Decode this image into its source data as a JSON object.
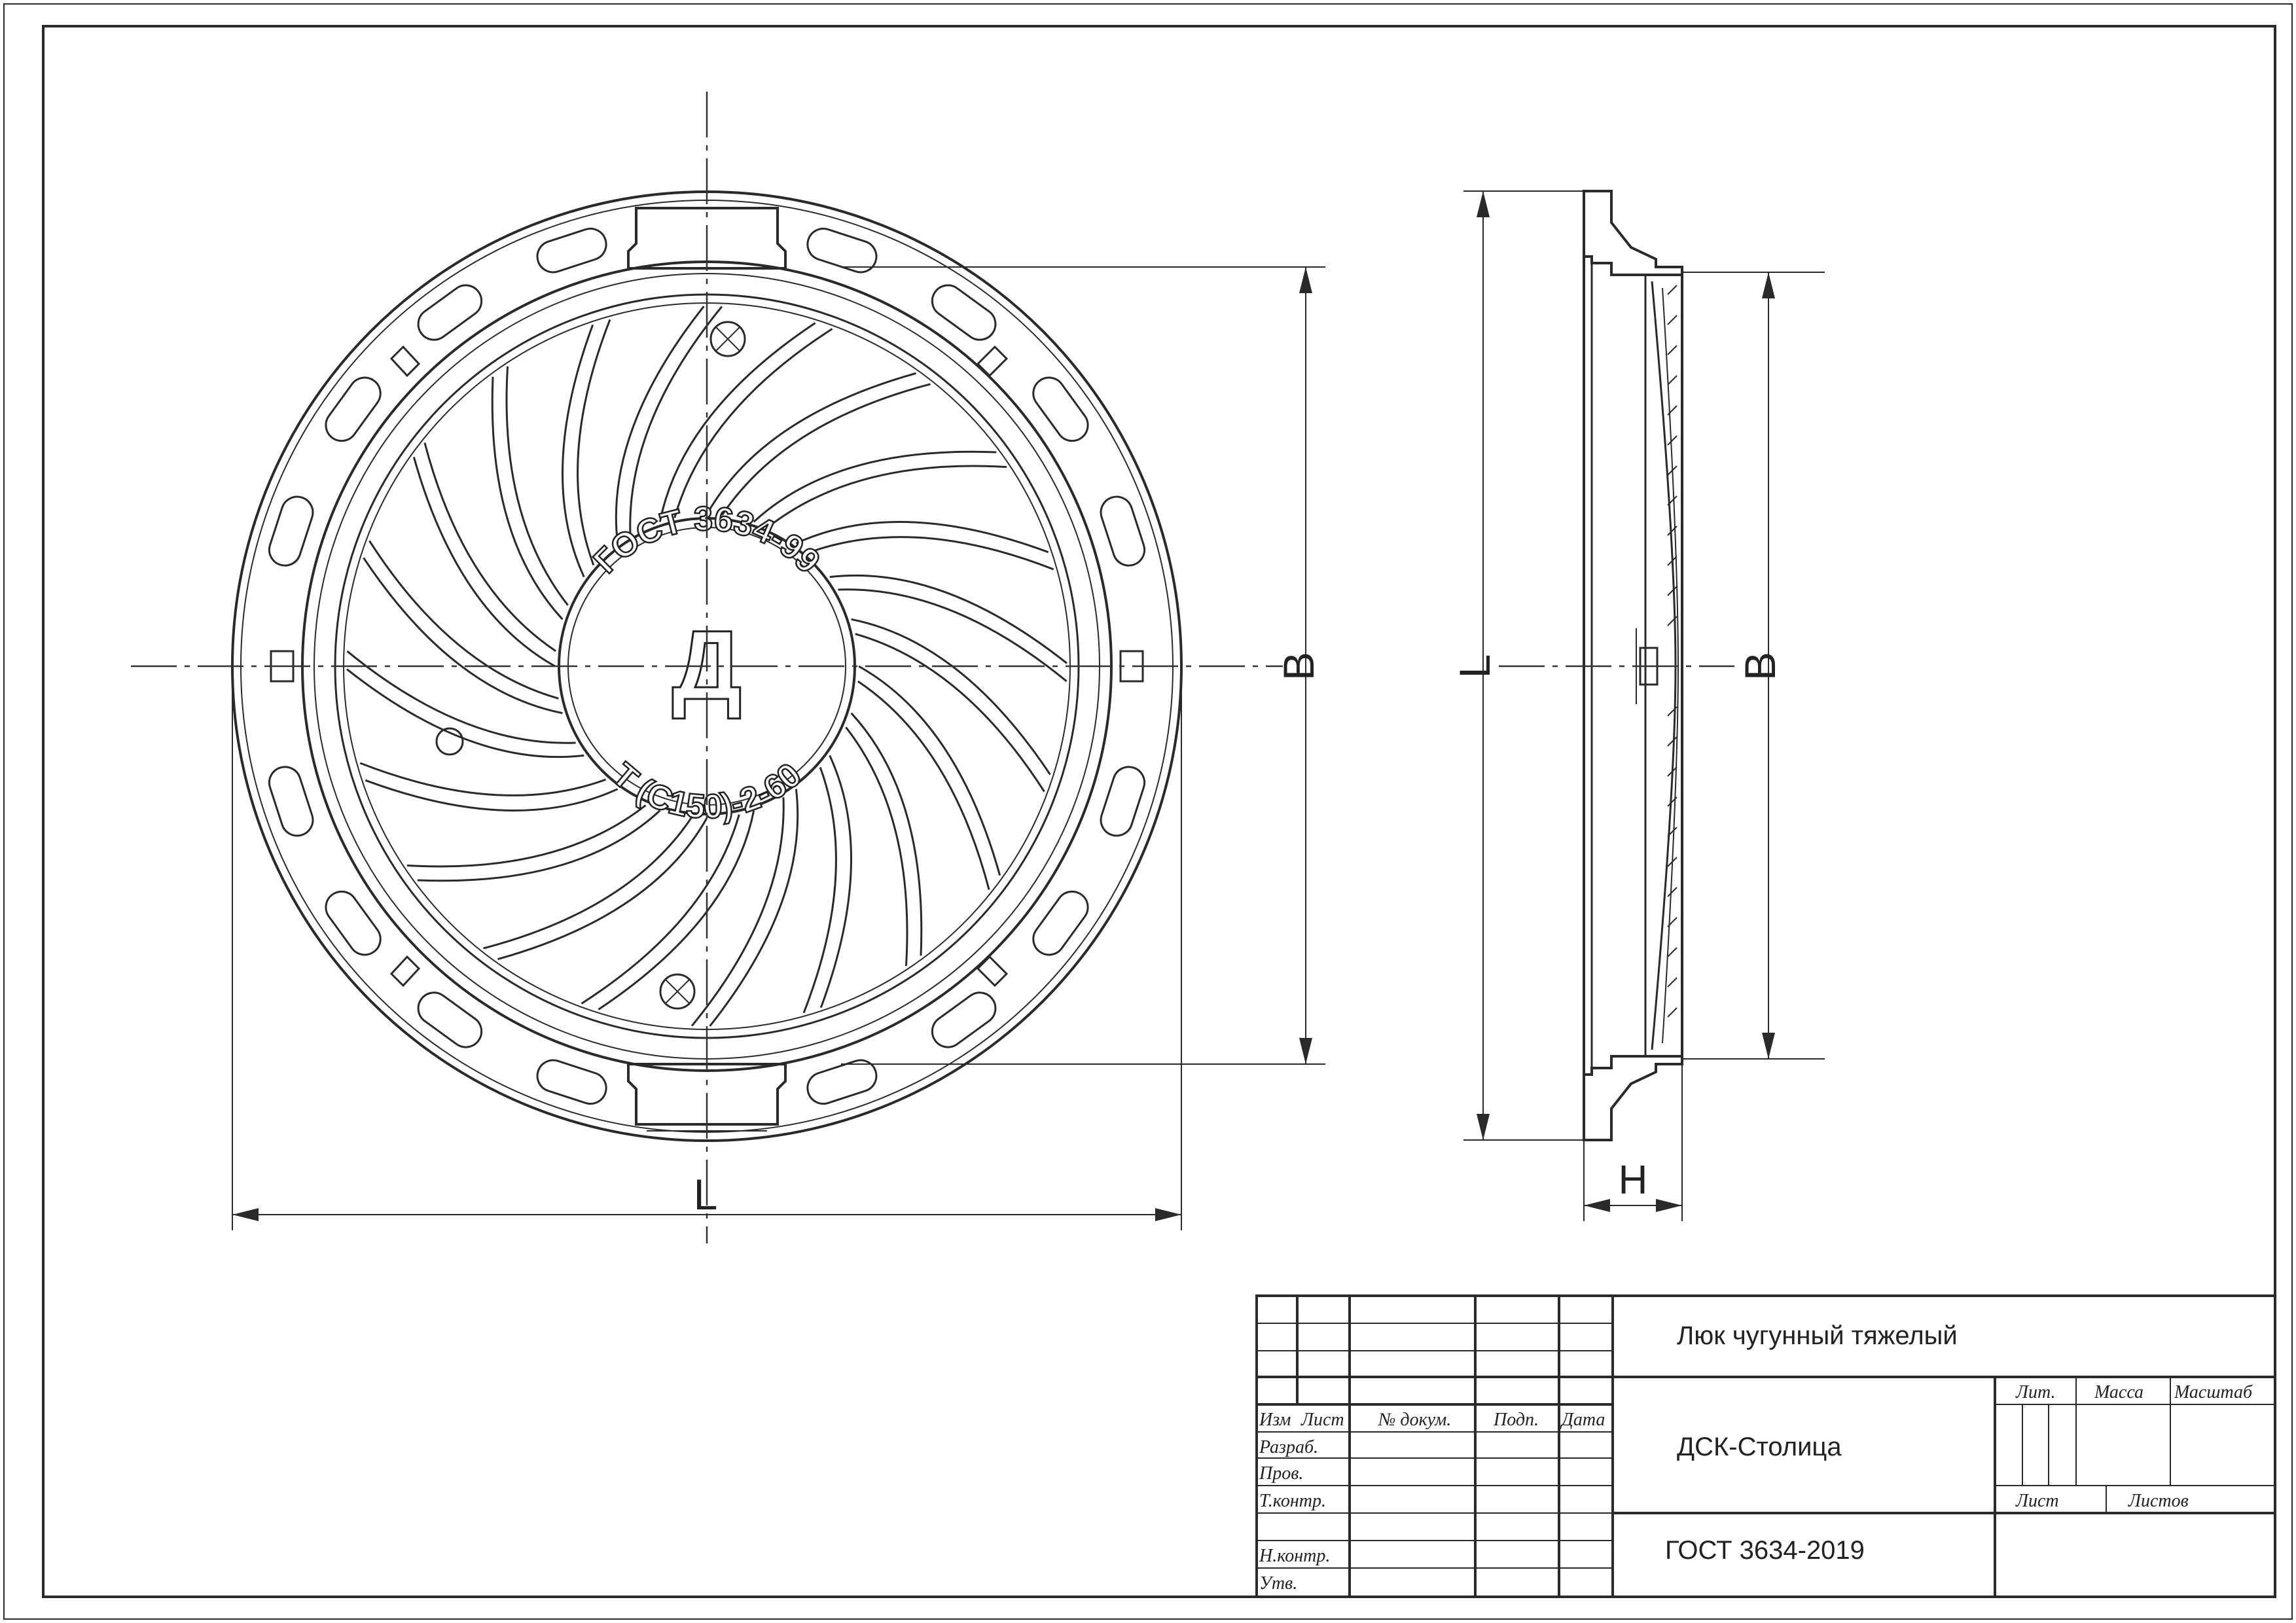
{
  "drawing": {
    "dimension_labels": {
      "plan_width": "L",
      "plan_height": "B",
      "side_height": "L",
      "side_inner": "B",
      "side_thickness": "H"
    },
    "emblem": {
      "center_letter": "Д",
      "upper_text": "ГОСТ 3634-99",
      "lower_text": "Т (С150)-2-60"
    }
  },
  "title_block": {
    "title": "Люк чугунный тяжелый",
    "organization": "ДСК-Столица",
    "standard": "ГОСТ 3634-2019",
    "columns": {
      "izm": "Изм",
      "list": "Лист",
      "doc": "№ докум.",
      "sign": "Подп.",
      "date": "Дата"
    },
    "rows": [
      "Разраб.",
      "Пров.",
      "Т.контр.",
      "Н.контр.",
      "Утв."
    ],
    "lit": "Лит.",
    "mass": "Масса",
    "scale": "Масштаб",
    "sheet": "Лист",
    "sheets": "Листов"
  }
}
